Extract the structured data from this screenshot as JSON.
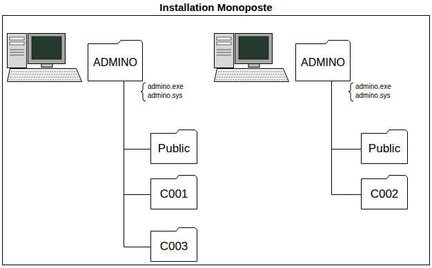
{
  "diagram": {
    "title": "Installation Monoposte",
    "nodes": [
      {
        "text": [
          "ADMINO"
        ]
      },
      {
        "text": [
          "Public"
        ]
      },
      {
        "text": [
          "C001"
        ]
      },
      {
        "text": [
          "C003"
        ]
      },
      {
        "text": [
          "ADMINO"
        ]
      },
      {
        "text": [
          "Public"
        ]
      },
      {
        "text": [
          "C002"
        ]
      }
    ],
    "edges": [
      {
        "from": 0,
        "to": 1,
        "arrow": "none"
      },
      {
        "from": 0,
        "to": 2,
        "arrow": "none"
      },
      {
        "from": 0,
        "to": 3,
        "arrow": "none"
      },
      {
        "from": 4,
        "to": 5,
        "arrow": "none"
      },
      {
        "from": 4,
        "to": 6,
        "arrow": "none"
      }
    ],
    "labels": [
      "admino.exe",
      "admino.sys",
      "admino.exe",
      "admino.sys"
    ]
  }
}
